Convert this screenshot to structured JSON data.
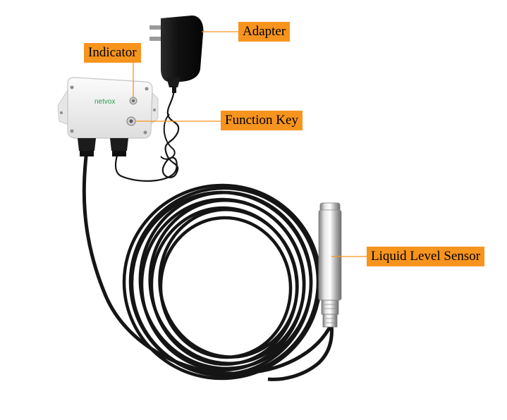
{
  "labels": {
    "adapter": "Adapter",
    "indicator": "Indicator",
    "function_key": "Function Key",
    "liquid_level_sensor": "Liquid Level Sensor"
  },
  "device": {
    "brand": "netvox"
  },
  "colors": {
    "callout_fill": "#f7941d",
    "leader_line": "#f7941d",
    "cable": "#151515",
    "enclosure": "#f1f1f1",
    "brand_green": "#2a9d4a",
    "sensor_steel": "#c4c4c4"
  },
  "icons": [
    "adapter-plug",
    "device-enclosure",
    "cable-coil",
    "probe-sensor"
  ]
}
